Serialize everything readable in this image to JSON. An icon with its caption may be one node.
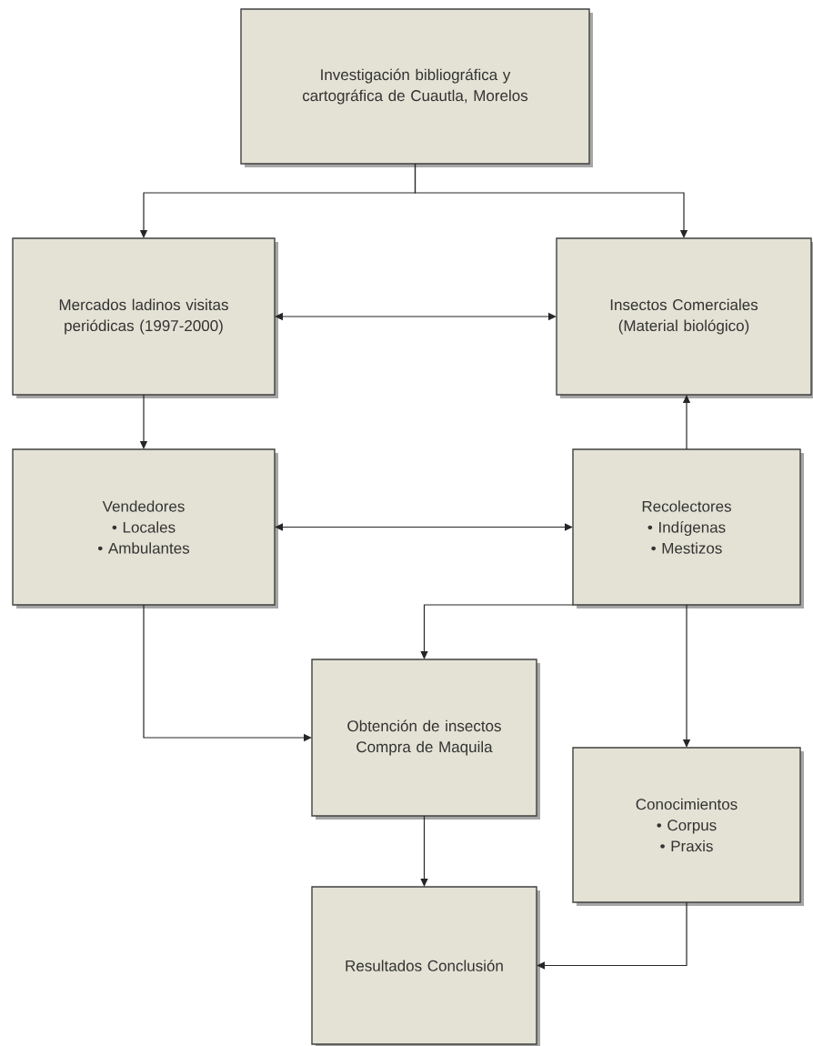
{
  "diagram": {
    "nodes": [
      {
        "text": [
          "Investigación bibliográfica y cartográfica de Cuautla, Morelos"
        ]
      },
      {
        "text": [
          "Mercados ladinos visitas periódicas (1997-2000)"
        ]
      },
      {
        "text": [
          "Insectos Comerciales (Material biológico)"
        ]
      },
      {
        "text": [
          "Vendedores",
          "• Locales",
          "• Ambulantes"
        ]
      },
      {
        "text": [
          "Recolectores",
          "• Indígenas",
          "• Mestizos"
        ]
      },
      {
        "text": [
          "Obtención de insectos Compra de Maquila"
        ]
      },
      {
        "text": [
          "Conocimientos",
          "• Corpus",
          "• Praxis"
        ]
      },
      {
        "text": [
          "Resultados Conclusión"
        ]
      }
    ],
    "edges": [
      {
        "from": 0,
        "to": 1,
        "arrow": "to"
      },
      {
        "from": 0,
        "to": 2,
        "arrow": "to"
      },
      {
        "from": 1,
        "to": 2,
        "arrow": "both"
      },
      {
        "from": 1,
        "to": 3,
        "arrow": "to"
      },
      {
        "from": 4,
        "to": 2,
        "arrow": "to"
      },
      {
        "from": 3,
        "to": 4,
        "arrow": "both"
      },
      {
        "from": 3,
        "to": 5,
        "arrow": "to"
      },
      {
        "from": 4,
        "to": 5,
        "arrow": "to"
      },
      {
        "from": 4,
        "to": 6,
        "arrow": "to"
      },
      {
        "from": 5,
        "to": 7,
        "arrow": "to"
      },
      {
        "from": 6,
        "to": 7,
        "arrow": "to"
      }
    ]
  }
}
